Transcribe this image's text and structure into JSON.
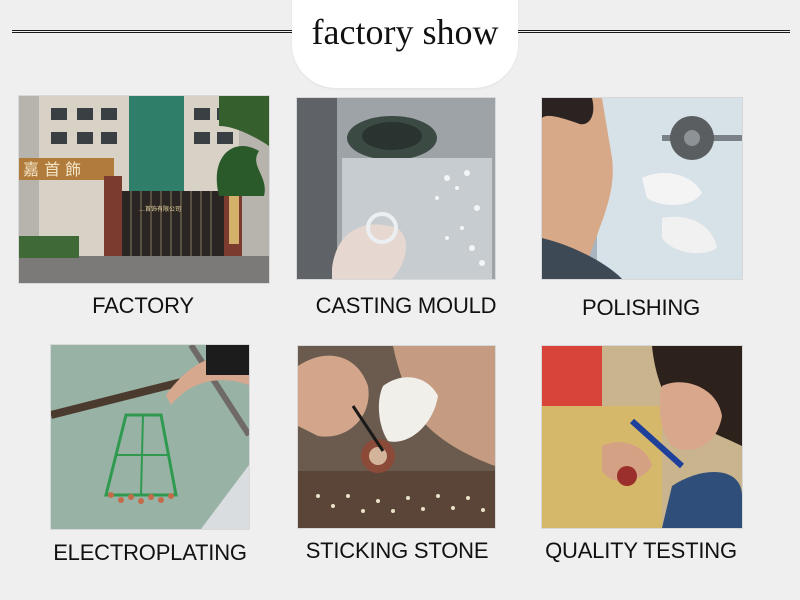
{
  "header": {
    "title": "factory show"
  },
  "factory_photo": {
    "sign_left": "嘉 首 飾",
    "gate_sign": "…首饰有限公司"
  },
  "steps": [
    {
      "label": "FACTORY"
    },
    {
      "label": "CASTING MOULD"
    },
    {
      "label": "POLISHING"
    },
    {
      "label": "ELECTROPLATING"
    },
    {
      "label": "STICKING STONE"
    },
    {
      "label": "QUALITY TESTING"
    }
  ]
}
